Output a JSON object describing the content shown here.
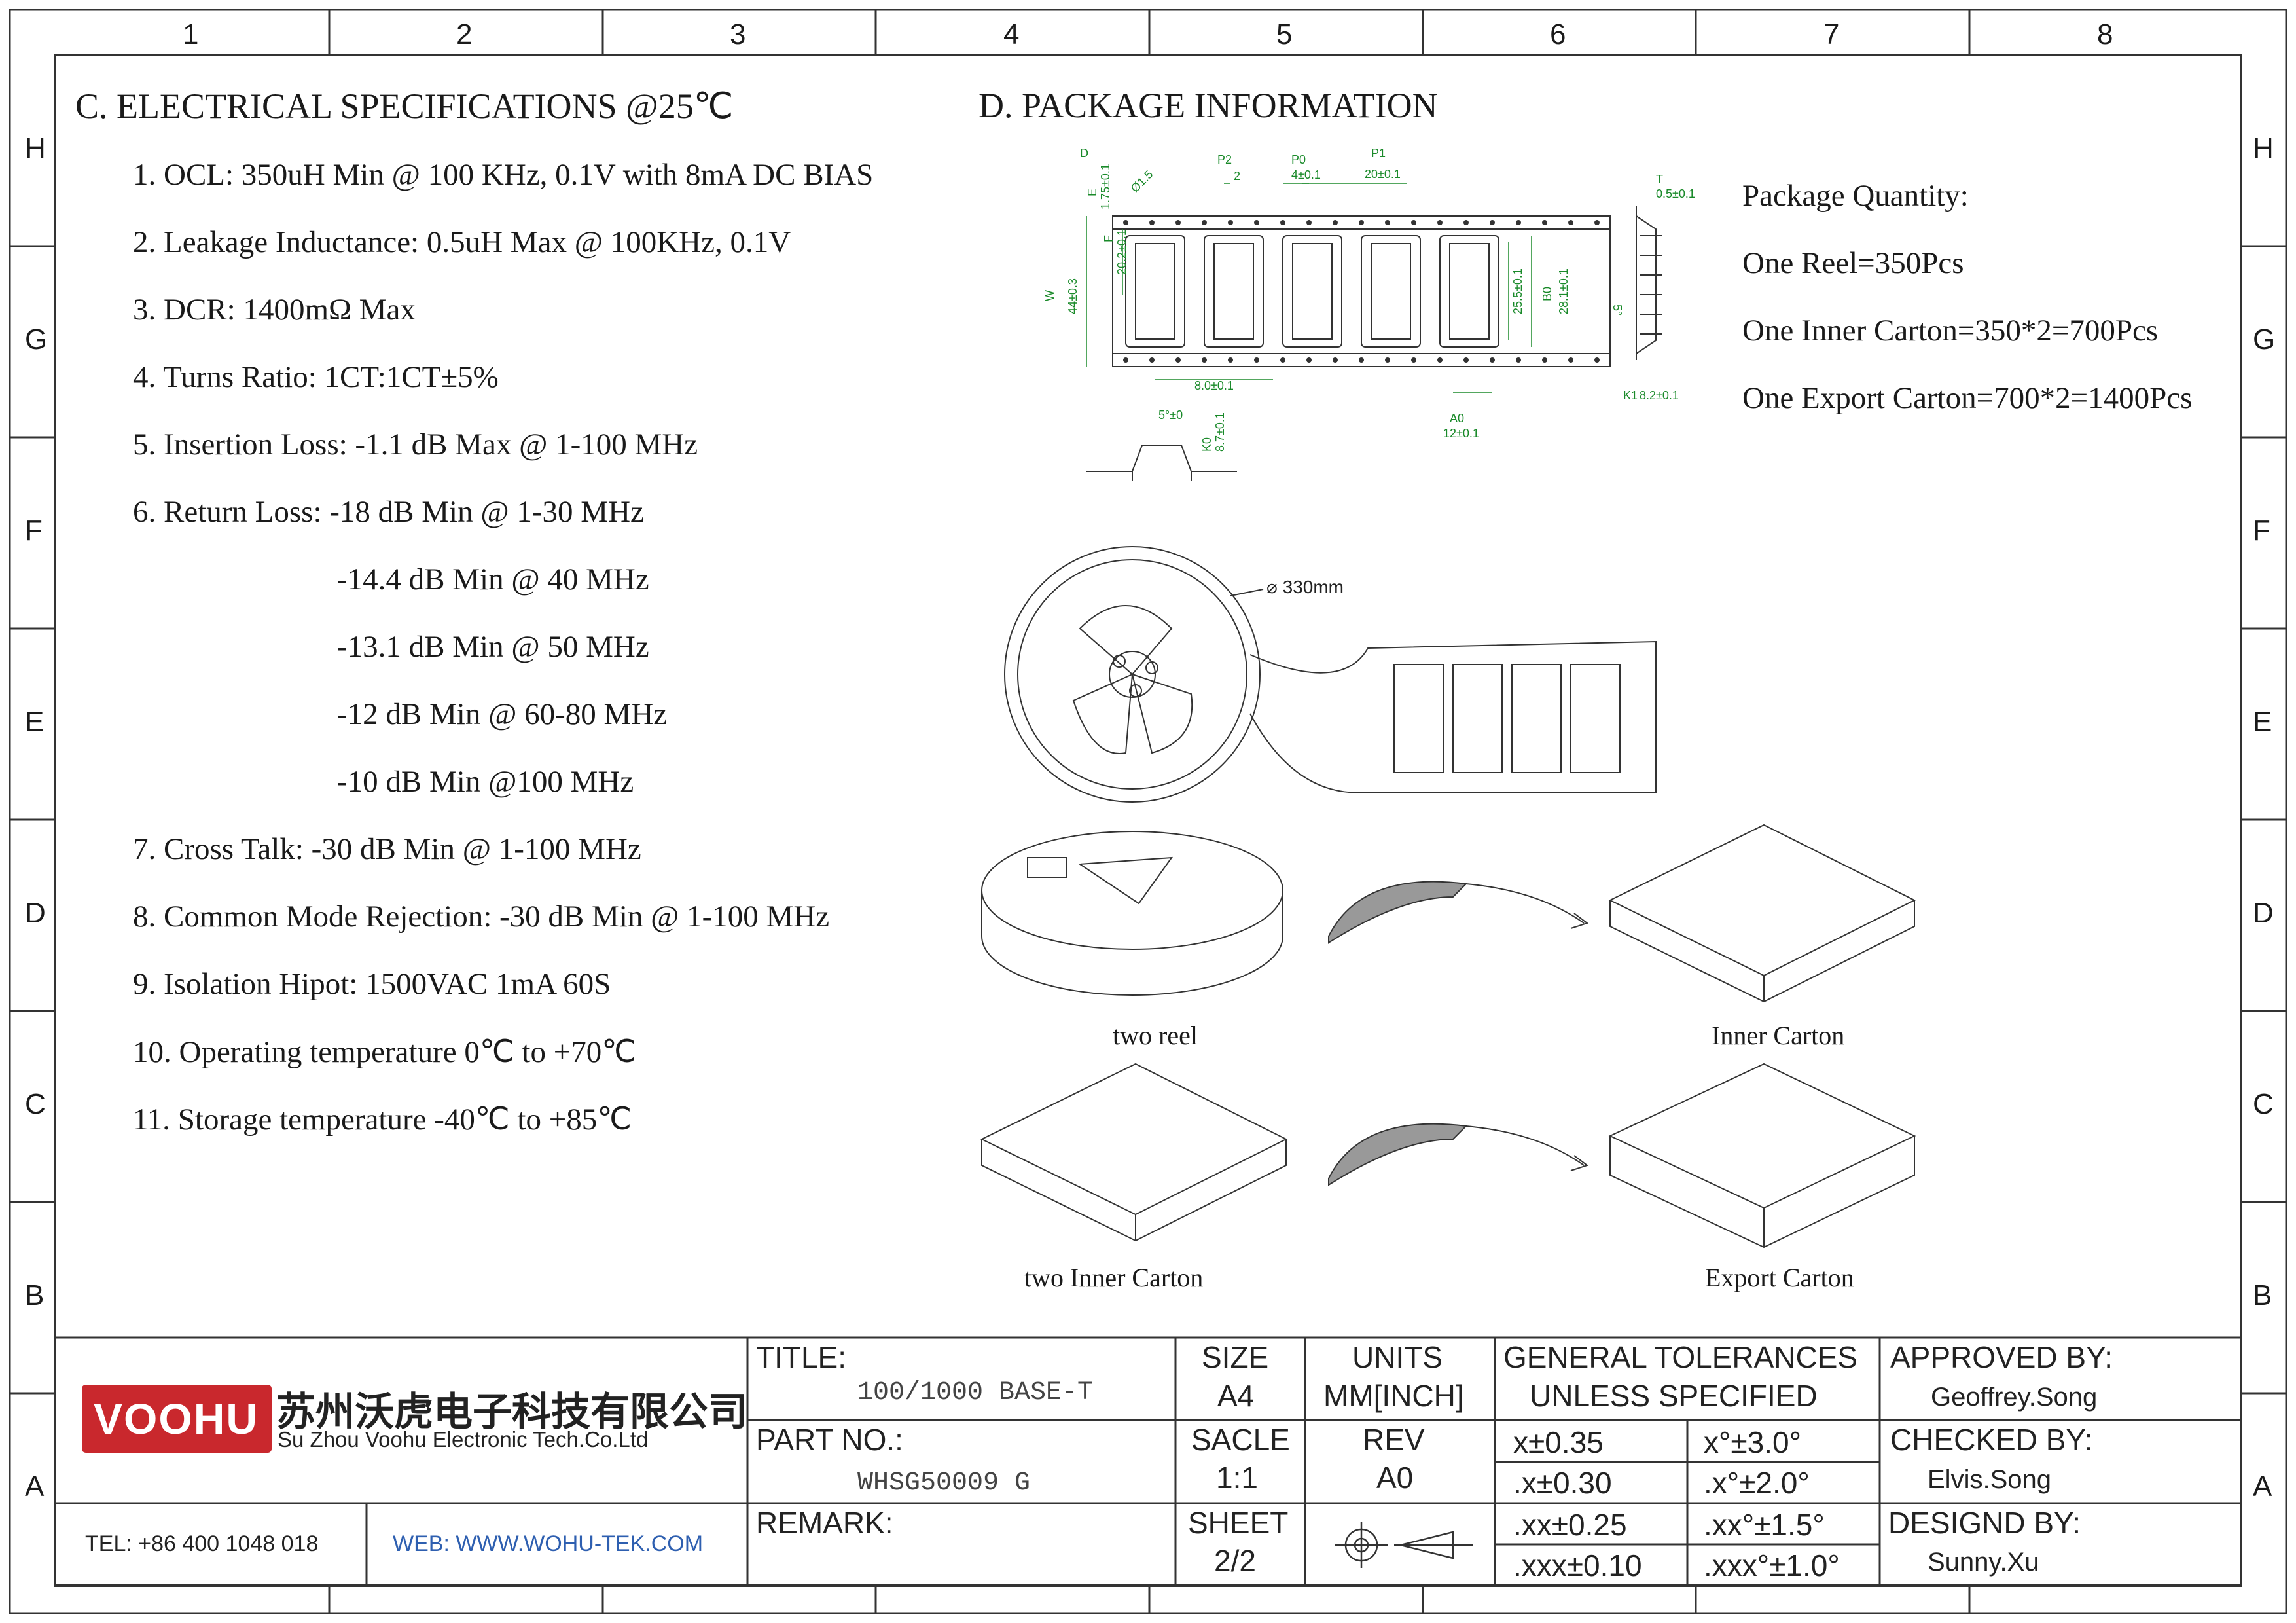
{
  "frame": {
    "columns": [
      "1",
      "2",
      "3",
      "4",
      "5",
      "6",
      "7",
      "8"
    ],
    "rows": [
      "H",
      "G",
      "F",
      "E",
      "D",
      "C",
      "B",
      "A"
    ]
  },
  "electrical": {
    "title": "C. ELECTRICAL SPECIFICATIONS @25℃",
    "items": [
      "1. OCL: 350uH Min @ 100 KHz, 0.1V with 8mA DC BIAS",
      "2. Leakage Inductance: 0.5uH Max @ 100KHz, 0.1V",
      "3. DCR: 1400mΩ Max",
      "4. Turns Ratio: 1CT:1CT±5%",
      "5. Insertion Loss: -1.1 dB Max @ 1-100 MHz",
      "6. Return Loss: -18 dB Min @ 1-30 MHz",
      "-14.4 dB Min @ 40 MHz",
      "-13.1 dB Min @ 50 MHz",
      "-12 dB Min @ 60-80 MHz",
      "-10 dB Min @100 MHz",
      "7. Cross Talk: -30 dB Min @ 1-100 MHz",
      "8. Common Mode Rejection: -30 dB Min @ 1-100 MHz",
      "9. Isolation Hipot: 1500VAC 1mA 60S",
      "10. Operating temperature 0℃ to +70℃",
      "11. Storage temperature -40℃ to +85℃"
    ]
  },
  "package": {
    "title": "D. PACKAGE INFORMATION",
    "quantity_label": "Package Quantity:",
    "lines": [
      "One Reel=350Pcs",
      "One Inner Carton=350*2=700Pcs",
      "One Export Carton=700*2=1400Pcs"
    ],
    "reel_diameter": "330mm",
    "tape_dims": {
      "e": "E",
      "e_val": "1.75±0.1",
      "d": "D",
      "d_val": "Ø1.5",
      "p2": "P2",
      "p2_val": "2",
      "p0": "P0",
      "p0_val": "4±0.1",
      "p1": "P1",
      "p1_val": "20±0.1",
      "t": "T",
      "t_val": "0.5±0.1",
      "w": "W",
      "w_val": "44±0.3",
      "f": "F",
      "f_val": "20.2±0.1",
      "b0_val": "25.5±0.1",
      "b0": "B0",
      "b0b_val": "28.1±0.1",
      "pitch_val": "8.0±0.1",
      "a0": "A0",
      "a0_val": "12±0.1",
      "k1": "K1",
      "k1_val": "8.2±0.1",
      "angle": "5°±0",
      "k0": "K0",
      "k0_val": "8.7±0.1",
      "small_angle": "5°"
    },
    "captions": {
      "two_reel": "two  reel",
      "inner_carton": "Inner Carton",
      "two_inner": "two  Inner Carton",
      "export_carton": "Export Carton"
    }
  },
  "title_block": {
    "company_cn": "苏州沃虎电子科技有限公司",
    "company_en": "Su Zhou Voohu Electronic Tech.Co.Ltd",
    "logo_text": "VOOHU",
    "tel": "TEL: +86 400 1048 018",
    "web": "WEB: WWW.WOHU-TEK.COM",
    "title_label": "TITLE:",
    "title_value": "100/1000 BASE-T",
    "part_label": "PART NO.:",
    "part_value": "WHSG50009 G",
    "remark_label": "REMARK:",
    "size_label": "SIZE",
    "size_value": "A4",
    "units_label": "UNITS",
    "units_value": "MM[INCH]",
    "scale_label": "SACLE",
    "scale_value": "1:1",
    "rev_label": "REV",
    "rev_value": "A0",
    "sheet_label": "SHEET",
    "sheet_value": "2/2",
    "tol_header_1": "GENERAL TOLERANCES",
    "tol_header_2": "UNLESS SPECIFIED",
    "tolerances": [
      [
        "x±0.35",
        "x°±3.0°"
      ],
      [
        ".x±0.30",
        ".x°±2.0°"
      ],
      [
        ".xx±0.25",
        ".xx°±1.5°"
      ],
      [
        ".xxx±0.10",
        ".xxx°±1.0°"
      ]
    ],
    "approved_label": "APPROVED BY:",
    "approved_value": "Geoffrey.Song",
    "checked_label": "CHECKED BY:",
    "checked_value": "Elvis.Song",
    "design_label": "DESIGND BY:",
    "design_value": "Sunny.Xu"
  },
  "colors": {
    "logo_red": "#c9282d",
    "web_blue": "#2e5fb0",
    "dim_green": "#1a8a2a",
    "line": "#333333"
  }
}
